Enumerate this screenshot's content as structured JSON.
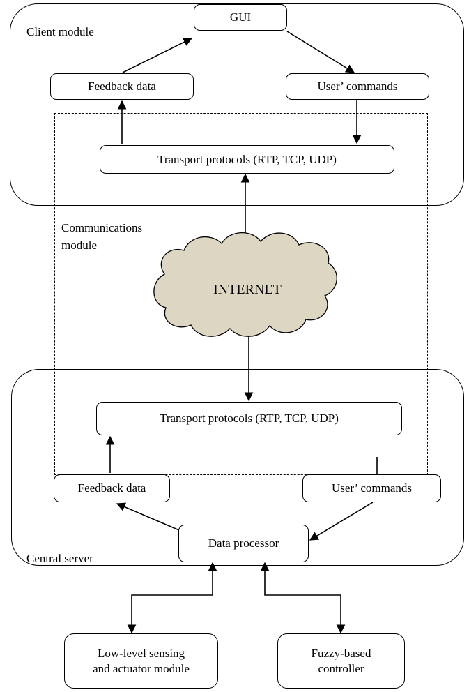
{
  "client": {
    "label": "Client module",
    "gui": "GUI",
    "feedback": "Feedback data",
    "commands": "User’ commands",
    "transport": "Transport protocols (RTP, TCP, UDP)"
  },
  "communications": {
    "label": "Communications\nmodule",
    "internet": "INTERNET"
  },
  "server": {
    "label": "Central server",
    "transport": "Transport protocols (RTP, TCP, UDP)",
    "feedback": "Feedback data",
    "commands": "User’ commands",
    "processor": "Data processor"
  },
  "modules": {
    "sensing": "Low-level sensing\nand actuator  module",
    "fuzzy": "Fuzzy-based\ncontroller"
  },
  "colors": {
    "cloud_fill": "#ddd6c3",
    "stroke": "#000000"
  }
}
